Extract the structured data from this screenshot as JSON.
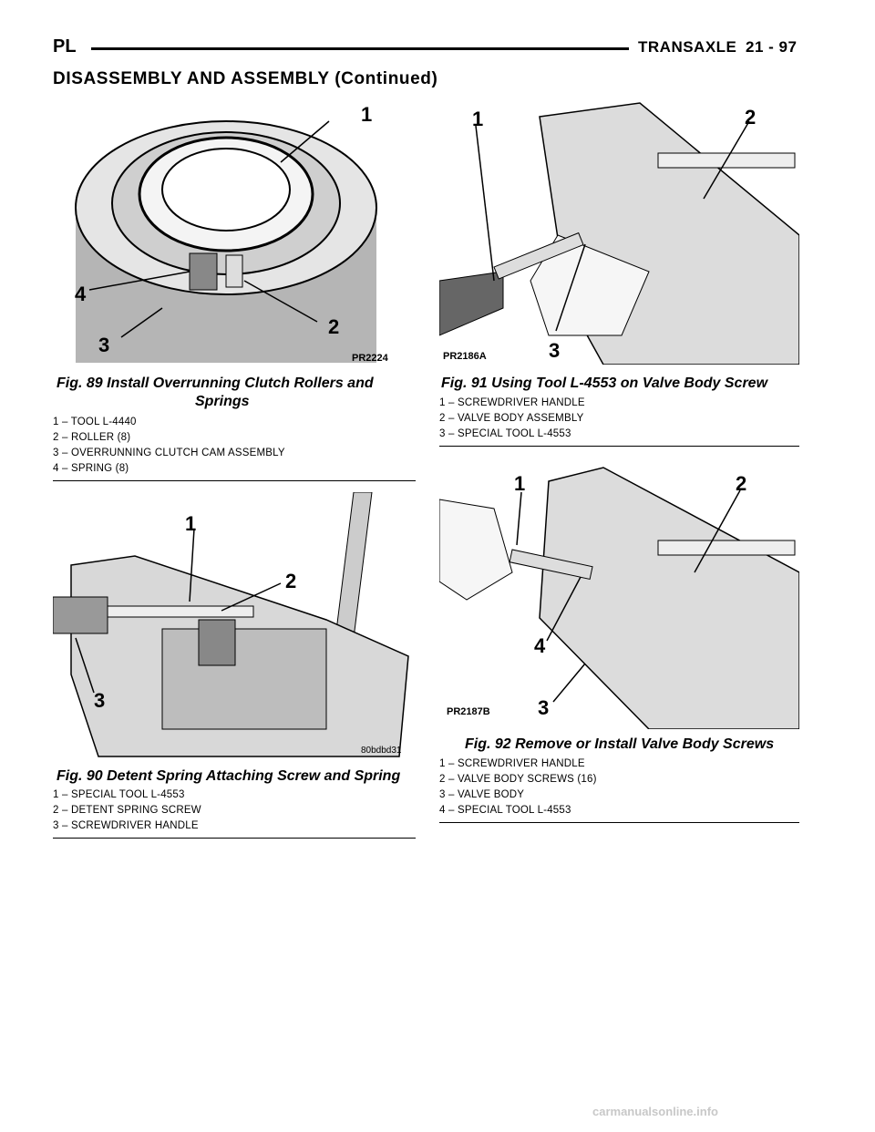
{
  "header": {
    "left": "PL",
    "right": "TRANSAXLE",
    "page": "21 - 97"
  },
  "section_title": "DISASSEMBLY AND ASSEMBLY (Continued)",
  "fig89": {
    "code": "PR2224",
    "callouts": [
      "1",
      "2",
      "3",
      "4"
    ],
    "title_line1": "Fig. 89 Install Overrunning Clutch Rollers and",
    "title_line2": "Springs",
    "legend": [
      "1 – TOOL L-4440",
      "2 – ROLLER (8)",
      "3 – OVERRUNNING CLUTCH CAM ASSEMBLY",
      "4 – SPRING (8)"
    ]
  },
  "fig90": {
    "code": "80bdbd31",
    "callouts": [
      "1",
      "2",
      "3"
    ],
    "title": "Fig. 90 Detent Spring Attaching Screw and Spring",
    "legend": [
      "1 – SPECIAL TOOL L-4553",
      "2 – DETENT SPRING SCREW",
      "3 – SCREWDRIVER HANDLE"
    ]
  },
  "fig91": {
    "code": "PR2186A",
    "callouts": [
      "1",
      "2",
      "3"
    ],
    "title": "Fig. 91 Using Tool L-4553 on Valve Body Screw",
    "legend": [
      "1 – SCREWDRIVER HANDLE",
      "2 – VALVE BODY ASSEMBLY",
      "3 – SPECIAL TOOL L-4553"
    ]
  },
  "fig92": {
    "code": "PR2187B",
    "callouts": [
      "1",
      "2",
      "3",
      "4"
    ],
    "title": "Fig. 92 Remove or Install Valve Body Screws",
    "legend": [
      "1 – SCREWDRIVER HANDLE",
      "2 – VALVE BODY SCREWS (16)",
      "3 – VALVE BODY",
      "4 – SPECIAL TOOL L-4553"
    ]
  },
  "footer": "carmanualsonline.info"
}
